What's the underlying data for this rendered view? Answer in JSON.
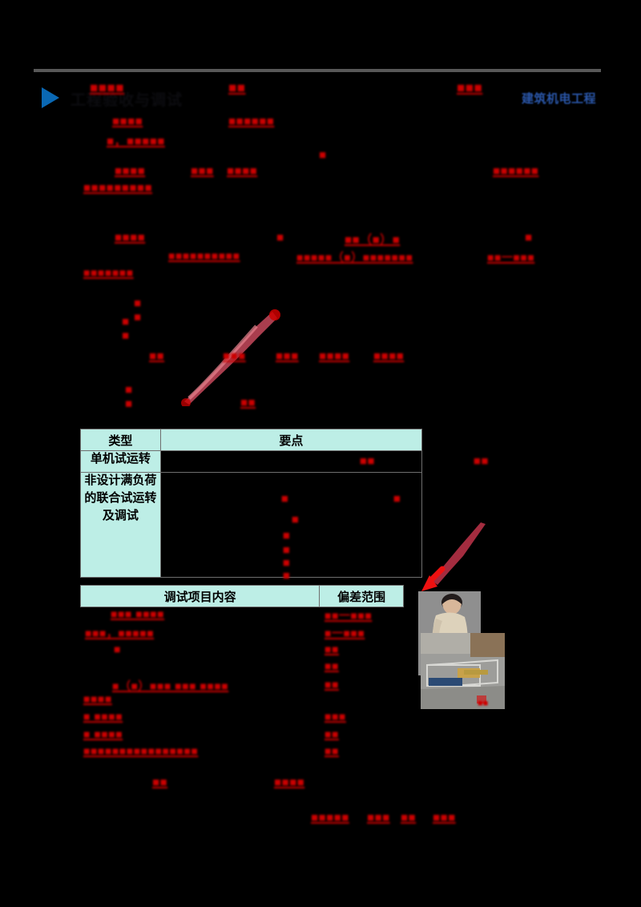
{
  "header": {
    "play_icon": "play-triangle-icon",
    "title": "工程验收与调试",
    "right_label": "建筑机电工程"
  },
  "body_lines": {
    "l01": "■■■■",
    "l02": "■■",
    "l03": "■■■",
    "l04": "■■■■",
    "l05": "■■■■■■",
    "l06": "■，■■■■■",
    "l07": "■■■",
    "l08": "■",
    "l09": "■■■■",
    "l10": "■■■",
    "l11": "■■■■",
    "l12": "■■■■■■",
    "l13": "■■■■■■■■■",
    "l14": "■■■■",
    "l15": "■",
    "l16": "■■（■）■",
    "l17": "■",
    "l18": "■■■■■■■■■■",
    "l19": "■■■■■（■）■■■■■■■",
    "l20": "■■一■■■",
    "l21": "■■■■■■■",
    "l22": "■■",
    "l23": "■■",
    "l24": "■■",
    "l25": "■■",
    "l26": "■■■",
    "l27": "■■■",
    "l28": "■■■■",
    "l29": "■■■■",
    "l30": "■■",
    "l31": "■■",
    "l32": "■■■■",
    "l33": "■■■■■"
  },
  "table_type": {
    "headers": [
      "类型",
      "要点"
    ],
    "rows": [
      {
        "type": "单机试运转",
        "points_redacted": [
          "■■",
          "■■"
        ]
      },
      {
        "type": "非设计满负荷的联合试运转及调试",
        "points_redacted": [
          "■",
          "■",
          "■",
          "■",
          "■",
          "■",
          "■"
        ]
      }
    ]
  },
  "table_debug": {
    "headers": [
      "调试项目内容",
      "偏差范围"
    ],
    "rows": [
      {
        "item": "■■■  ■■■■",
        "deviation": "■■一■■■"
      },
      {
        "item": "■■■，■■■■■",
        "deviation": "■一■■■"
      },
      {
        "item": "■",
        "deviation": "■■"
      },
      {
        "item": "",
        "deviation": "■■"
      },
      {
        "item": "■（■）■■■  ■■■   ■■■■",
        "deviation": "■■"
      },
      {
        "item": "■■■■",
        "deviation": ""
      },
      {
        "item": "■                ■■■■",
        "deviation": "■■■"
      },
      {
        "item": "■                ■■■■",
        "deviation": "■■"
      },
      {
        "item": "■■■■■■■■■■■■■■■■",
        "deviation": "■■"
      }
    ]
  },
  "artwork": {
    "brush_stroke": "diagonal-highlight-stroke",
    "pointer_arrow": "red-arrow-icon",
    "figure_caption": "■■■",
    "photo_caption": "■■"
  },
  "colors": {
    "accent_blue": "#0a68b4",
    "header_blue": "#2a56a8",
    "redacted_red": "#cc0000",
    "table_tint": "#bdeee6",
    "rule_gray": "#585858"
  }
}
